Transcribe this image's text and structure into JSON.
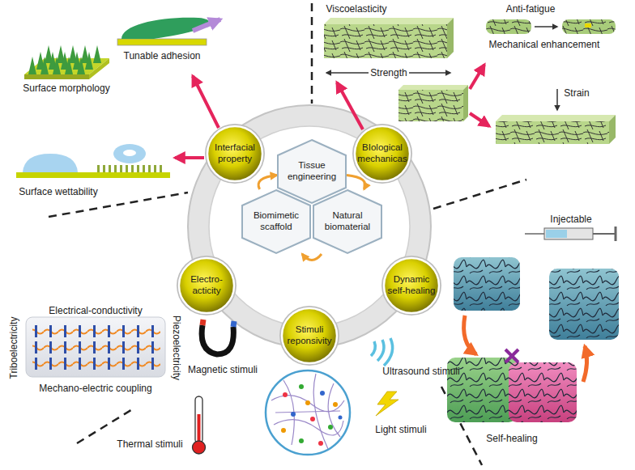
{
  "diagram": {
    "nodes": [
      {
        "text": [
          "Interfacial property"
        ]
      },
      {
        "text": [
          "BIological mechanicas"
        ]
      },
      {
        "text": [
          "Tissue engineering"
        ]
      },
      {
        "text": [
          "Biomimetic scaffold"
        ]
      },
      {
        "text": [
          "Natural biomaterial"
        ]
      },
      {
        "text": [
          "Electro-acticity"
        ]
      },
      {
        "text": [
          "Dynamic self-healing"
        ]
      },
      {
        "text": [
          "Stimuli reponsivity"
        ]
      }
    ],
    "edges": [
      {
        "from": 2,
        "to": 4,
        "arrow": "to"
      },
      {
        "from": 4,
        "to": 3,
        "arrow": "to"
      },
      {
        "from": 3,
        "to": 2,
        "arrow": "to"
      }
    ],
    "labels": [
      "Surface morphology",
      "Tunable adhesion",
      "Viscoelasticity",
      "Anti-fatigue",
      "Mechanical enhancement",
      "Strength",
      "Strain",
      "Surface wettability",
      "Injectable",
      "Electrical-conductivity",
      "Triboelectricity",
      "Piezoelectricity",
      "Mechano-electric coupling",
      "Self-healing",
      "Magnetic stimuli",
      "Ultrasound stimuli",
      "Thermal stimuli",
      "Light stimuli"
    ]
  }
}
